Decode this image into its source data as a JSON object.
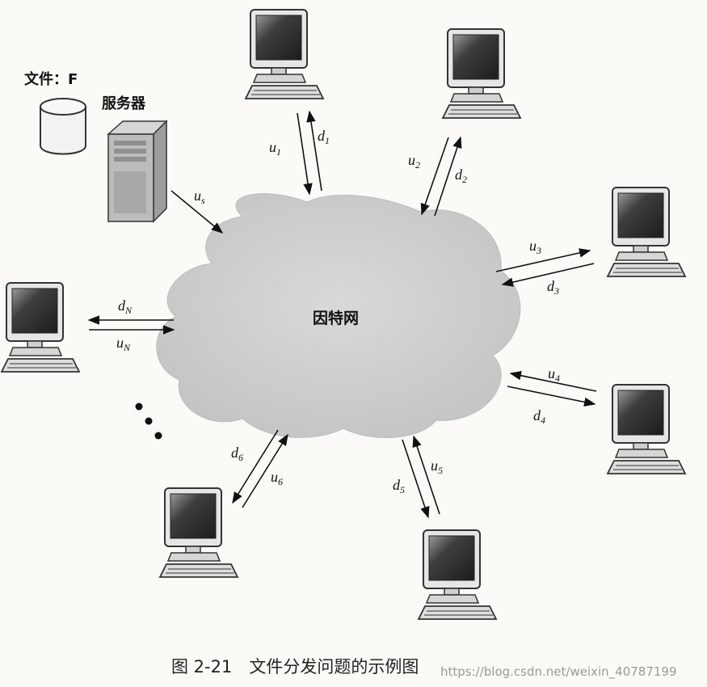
{
  "file_label": "文件：F",
  "server_label": "服务器",
  "internet_label": "因特网",
  "server_link_label": "u",
  "server_link_sub": "s",
  "peers": [
    {
      "id": "p1",
      "up": "u",
      "up_sub": "1",
      "down": "d",
      "down_sub": "1"
    },
    {
      "id": "p2",
      "up": "u",
      "up_sub": "2",
      "down": "d",
      "down_sub": "2"
    },
    {
      "id": "p3",
      "up": "u",
      "up_sub": "3",
      "down": "d",
      "down_sub": "3"
    },
    {
      "id": "p4",
      "up": "u",
      "up_sub": "4",
      "down": "d",
      "down_sub": "4"
    },
    {
      "id": "p5",
      "up": "u",
      "up_sub": "5",
      "down": "d",
      "down_sub": "5"
    },
    {
      "id": "p6",
      "up": "u",
      "up_sub": "6",
      "down": "d",
      "down_sub": "6"
    },
    {
      "id": "pN",
      "up": "u",
      "up_sub": "N",
      "down": "d",
      "down_sub": "N"
    }
  ],
  "caption": "图 2-21　文件分发问题的示例图",
  "watermark": "https://blog.csdn.net/weixin_40787199"
}
